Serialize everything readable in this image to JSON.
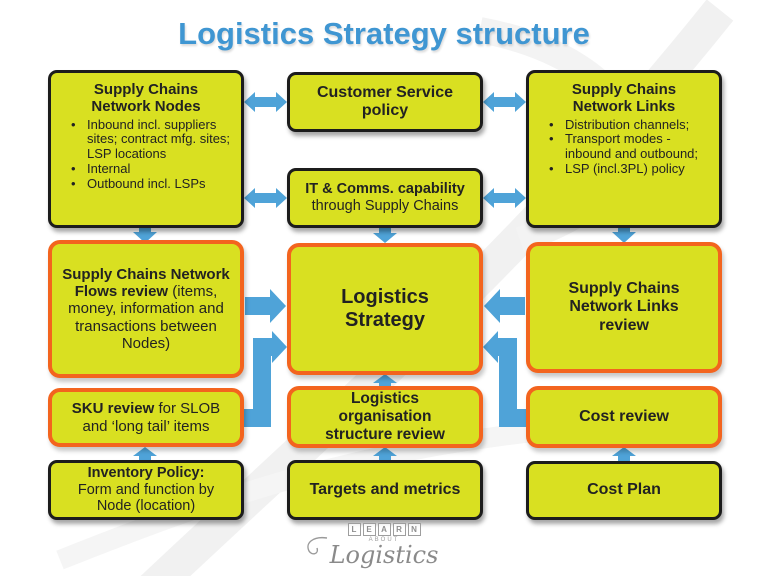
{
  "title": "Logistics Strategy structure",
  "colors": {
    "box_fill": "#d9e021",
    "black_border": "#1c1c1c",
    "orange_border": "#f3641e",
    "arrow_blue": "#4fa3d8",
    "title_blue": "#3f96d2"
  },
  "boxes": {
    "network_nodes": {
      "heading": "Supply Chains Network Nodes",
      "bullets": [
        "Inbound incl. suppliers sites; contract mfg. sites; LSP locations",
        "Internal",
        "Outbound incl. LSPs"
      ]
    },
    "customer_service": {
      "label": "Customer Service policy"
    },
    "network_links": {
      "heading": "Supply Chains Network Links",
      "bullets": [
        "Distribution channels;",
        "Transport modes - inbound and outbound;",
        "LSP (incl.3PL) policy"
      ]
    },
    "it_comms": {
      "bold": "IT & Comms. capability",
      "rest": "through Supply Chains"
    },
    "flows_review": {
      "bold": "Supply Chains Network Flows review",
      "rest": "(items, money, information and transactions between Nodes)"
    },
    "logistics_strategy": {
      "label": "Logistics Strategy"
    },
    "links_review": {
      "label": "Supply Chains Network Links review"
    },
    "sku_review": {
      "bold": "SKU review",
      "rest": "for SLOB and ‘long tail’ items"
    },
    "org_review": {
      "label": "Logistics organisation structure review"
    },
    "cost_review": {
      "label": "Cost review"
    },
    "inventory_policy": {
      "bold": "Inventory Policy:",
      "rest": "Form and function by Node (location)"
    },
    "targets_metrics": {
      "label": "Targets and metrics"
    },
    "cost_plan": {
      "label": "Cost Plan"
    }
  },
  "logo": {
    "learn_letters": [
      "L",
      "E",
      "A",
      "R",
      "N"
    ],
    "about": "ABOUT",
    "logistics": "Logistics"
  }
}
